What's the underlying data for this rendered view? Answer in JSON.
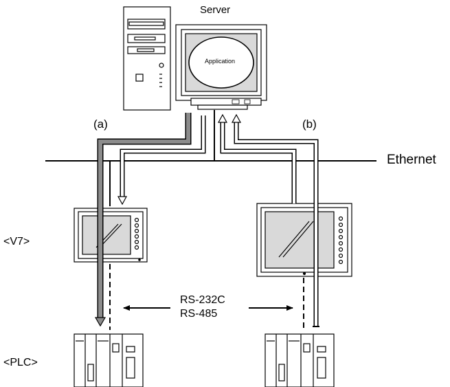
{
  "labels": {
    "server": "Server",
    "application": "Application",
    "route_a": "(a)",
    "route_b": "(b)",
    "ethernet": "Ethernet",
    "v7": "<V7>",
    "plc": "<PLC>",
    "serial_line1": "RS-232C",
    "serial_line2": "RS-485"
  },
  "colors": {
    "route_a_cable": "#8c8c8c",
    "route_b_cable": "#ffffff",
    "outline": "#000000",
    "screen_fill": "#d9d9d9"
  }
}
